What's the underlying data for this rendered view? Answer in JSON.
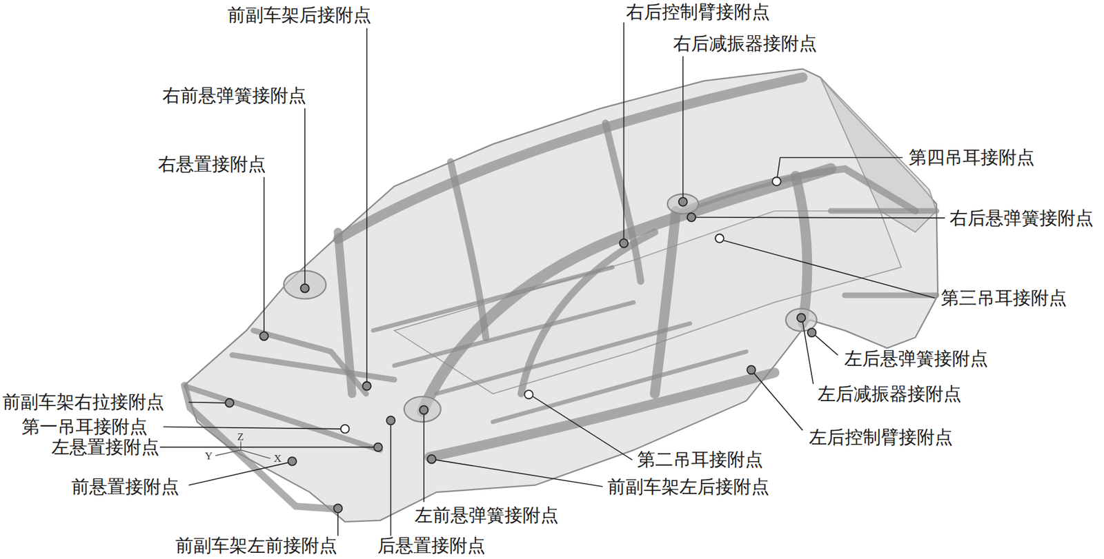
{
  "diagram": {
    "labels": [
      "前副车架后接附点",
      "右后控制臂接附点",
      "右后减振器接附点",
      "右前悬弹簧接附点",
      "右悬置接附点",
      "第四吊耳接附点",
      "右后悬弹簧接附点",
      "第三吊耳接附点",
      "左后悬弹簧接附点",
      "前副车架右拉接附点",
      "左后减振器接附点",
      "第一吊耳接附点",
      "Z",
      "左悬置接附点",
      "Y",
      "X",
      "左后控制臂接附点",
      "第二吊耳接附点",
      "前悬置接附点",
      "前副车架左后接附点",
      "左前悬弹簧接附点",
      "前副车架左前接附点",
      "后悬置接附点"
    ]
  }
}
